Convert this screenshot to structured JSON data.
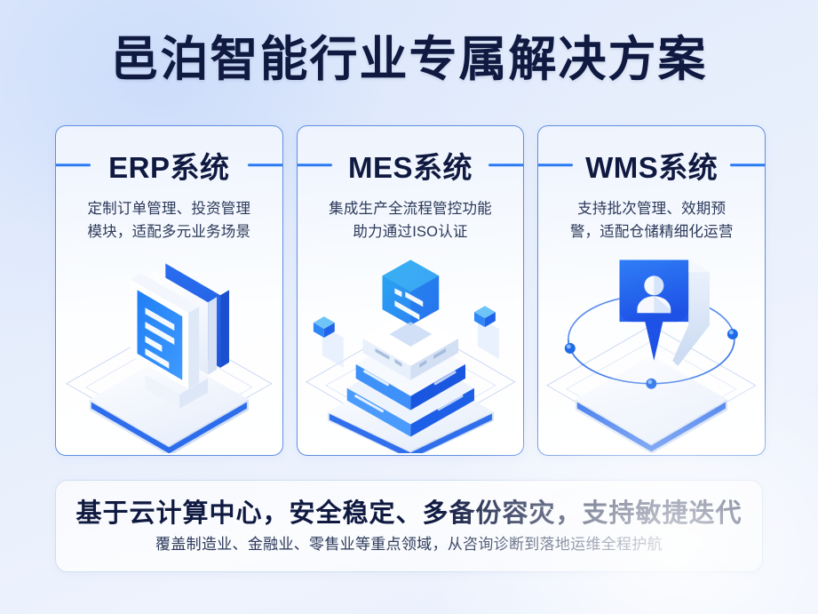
{
  "page": {
    "title": "邑泊智能行业专属解决方案",
    "title_color": "#101a41",
    "accent_color": "#2b7bf3",
    "background_colors": [
      "#dde7fb",
      "#e6eefc",
      "#eef3fd"
    ]
  },
  "cards": [
    {
      "title": "ERP系统",
      "desc_line1": "定制订单管理、投资管理",
      "desc_line2": "模块，适配多元业务场景",
      "illustration": "isometric-monitor-document-icon"
    },
    {
      "title": "MES系统",
      "desc_line1": "集成生产全流程管控功能",
      "desc_line2": "助力通过ISO认证",
      "illustration": "isometric-server-stack-icon"
    },
    {
      "title": "WMS系统",
      "desc_line1": "支持批次管理、效期预",
      "desc_line2": "警，适配仓储精细化运营",
      "illustration": "isometric-location-pin-orbit-icon"
    }
  ],
  "banner": {
    "main": "基于云计算中心，安全稳定、多备份容灾，支持敏捷迭代",
    "sub": "覆盖制造业、金融业、零售业等重点领域，从咨询诊断到落地运维全程护航"
  }
}
